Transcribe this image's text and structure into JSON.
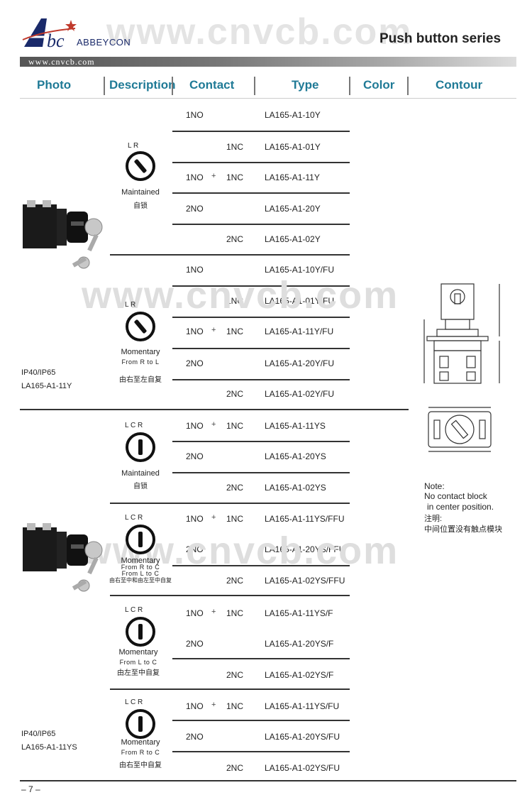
{
  "brand": {
    "name": "ABBEYCON",
    "series": "Push button series",
    "url": "www.cnvcb.com",
    "watermark": "www.cnvcb.com"
  },
  "columns": [
    "Photo",
    "Description",
    "Contact",
    "Type",
    "Color",
    "Contour"
  ],
  "rows": [
    {
      "c1": "1NO",
      "c2": "",
      "type": "LA165-A1-10Y"
    },
    {
      "c1": "",
      "c2": "1NC",
      "type": "LA165-A1-01Y"
    },
    {
      "c1": "1NO",
      "c2": "1NC",
      "type": "LA165-A1-11Y"
    },
    {
      "c1": "2NO",
      "c2": "",
      "type": "LA165-A1-20Y"
    },
    {
      "c1": "",
      "c2": "2NC",
      "type": "LA165-A1-02Y"
    },
    {
      "c1": "1NO",
      "c2": "",
      "type": "LA165-A1-10Y/FU"
    },
    {
      "c1": "",
      "c2": "1NC",
      "type": "LA165-A1-01Y/FU"
    },
    {
      "c1": "1NO",
      "c2": "1NC",
      "type": "LA165-A1-11Y/FU"
    },
    {
      "c1": "2NO",
      "c2": "",
      "type": "LA165-A1-20Y/FU"
    },
    {
      "c1": "",
      "c2": "2NC",
      "type": "LA165-A1-02Y/FU"
    },
    {
      "c1": "1NO",
      "c2": "1NC",
      "type": "LA165-A1-11YS"
    },
    {
      "c1": "2NO",
      "c2": "",
      "type": "LA165-A1-20YS"
    },
    {
      "c1": "",
      "c2": "2NC",
      "type": "LA165-A1-02YS"
    },
    {
      "c1": "1NO",
      "c2": "1NC",
      "type": "LA165-A1-11YS/FFU"
    },
    {
      "c1": "2NO",
      "c2": "",
      "type": "LA165-A1-20YS/FFU"
    },
    {
      "c1": "",
      "c2": "2NC",
      "type": "LA165-A1-02YS/FFU"
    },
    {
      "c1": "1NO",
      "c2": "1NC",
      "type": "LA165-A1-11YS/F"
    },
    {
      "c1": "2NO",
      "c2": "",
      "type": "LA165-A1-20YS/F"
    },
    {
      "c1": "",
      "c2": "2NC",
      "type": "LA165-A1-02YS/F"
    },
    {
      "c1": "1NO",
      "c2": "1NC",
      "type": "LA165-A1-11YS/FU"
    },
    {
      "c1": "2NO",
      "c2": "",
      "type": "LA165-A1-20YS/FU"
    },
    {
      "c1": "",
      "c2": "2NC",
      "type": "LA165-A1-02YS/FU"
    }
  ],
  "plus_sign": "+",
  "descriptions": {
    "d1": {
      "marks": "L R",
      "label": "Maintained",
      "cn": "自锁"
    },
    "d2": {
      "marks": "L R",
      "label": "Momentary",
      "sub": "From R to L",
      "cn": "由右至左自复"
    },
    "d3": {
      "marks": "L C R",
      "label": "Maintained",
      "cn": "自锁"
    },
    "d4": {
      "marks": "L C R",
      "label": "Momentary",
      "sub1": "From R to C",
      "sub2": "From L to C",
      "cn": "由右至中和由左至中自复"
    },
    "d5": {
      "marks": "L C R",
      "label": "Momentary",
      "sub": "From L to C",
      "cn": "由左至中自复"
    },
    "d6": {
      "marks": "L C R",
      "label": "Momentary",
      "sub": "From R to C",
      "cn": "由右至中自复"
    }
  },
  "photo_labels": [
    {
      "line1": "IP40/IP65",
      "line2": "LA165-A1-11Y"
    },
    {
      "line1": "IP40/IP65",
      "line2": "LA165-A1-11YS"
    }
  ],
  "note": {
    "title": "Note:",
    "line1": "No contact block",
    "line2": "in center position.",
    "cn_title": "注明:",
    "cn_line": "中间位置没有触点模块"
  },
  "page_number": "– 7 –"
}
